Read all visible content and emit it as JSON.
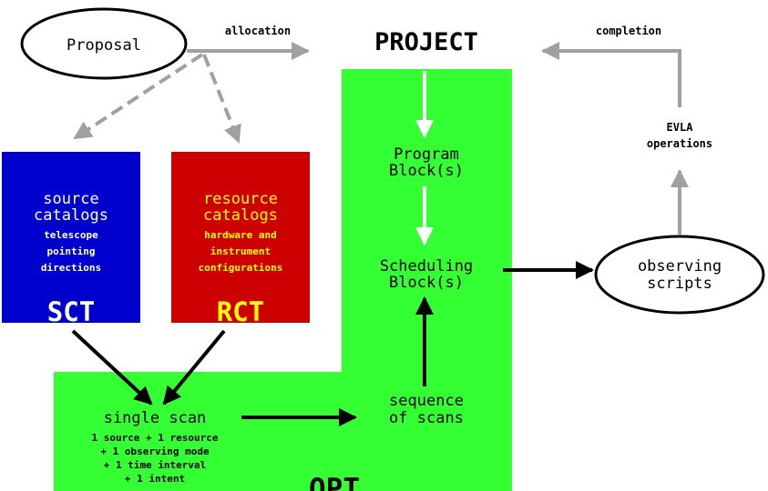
{
  "colors": {
    "green": "#33ff33",
    "blue": "#0000cc",
    "red": "#cc0000",
    "yellow": "#ffff00",
    "gray": "#a0a0a0",
    "black": "#000000",
    "white": "#ffffff"
  },
  "proposal": {
    "label": "Proposal"
  },
  "project": {
    "label": "PROJECT"
  },
  "allocation": {
    "label": "allocation"
  },
  "completion": {
    "label": "completion"
  },
  "evla": {
    "line1": "EVLA",
    "line2": "operations"
  },
  "program_block": {
    "line1": "Program",
    "line2": "Block(s)"
  },
  "scheduling_block": {
    "line1": "Scheduling",
    "line2": "Block(s)"
  },
  "observing_scripts": {
    "line1": "observing",
    "line2": "scripts"
  },
  "sct": {
    "title1": "source",
    "title2": "catalogs",
    "sub1": "telescope",
    "sub2": "pointing",
    "sub3": "directions",
    "abbr": "SCT"
  },
  "rct": {
    "title1": "resource",
    "title2": "catalogs",
    "sub1": "hardware and",
    "sub2": "instrument",
    "sub3": "configurations",
    "abbr": "RCT"
  },
  "single_scan": {
    "label": "single scan",
    "detail1": "1 source + 1 resource",
    "detail2": "+ 1 observing mode",
    "detail3": "+ 1 time interval",
    "detail4": "+ 1 intent"
  },
  "sequence": {
    "line1": "sequence",
    "line2": "of scans"
  },
  "opt": {
    "label": "OPT"
  }
}
